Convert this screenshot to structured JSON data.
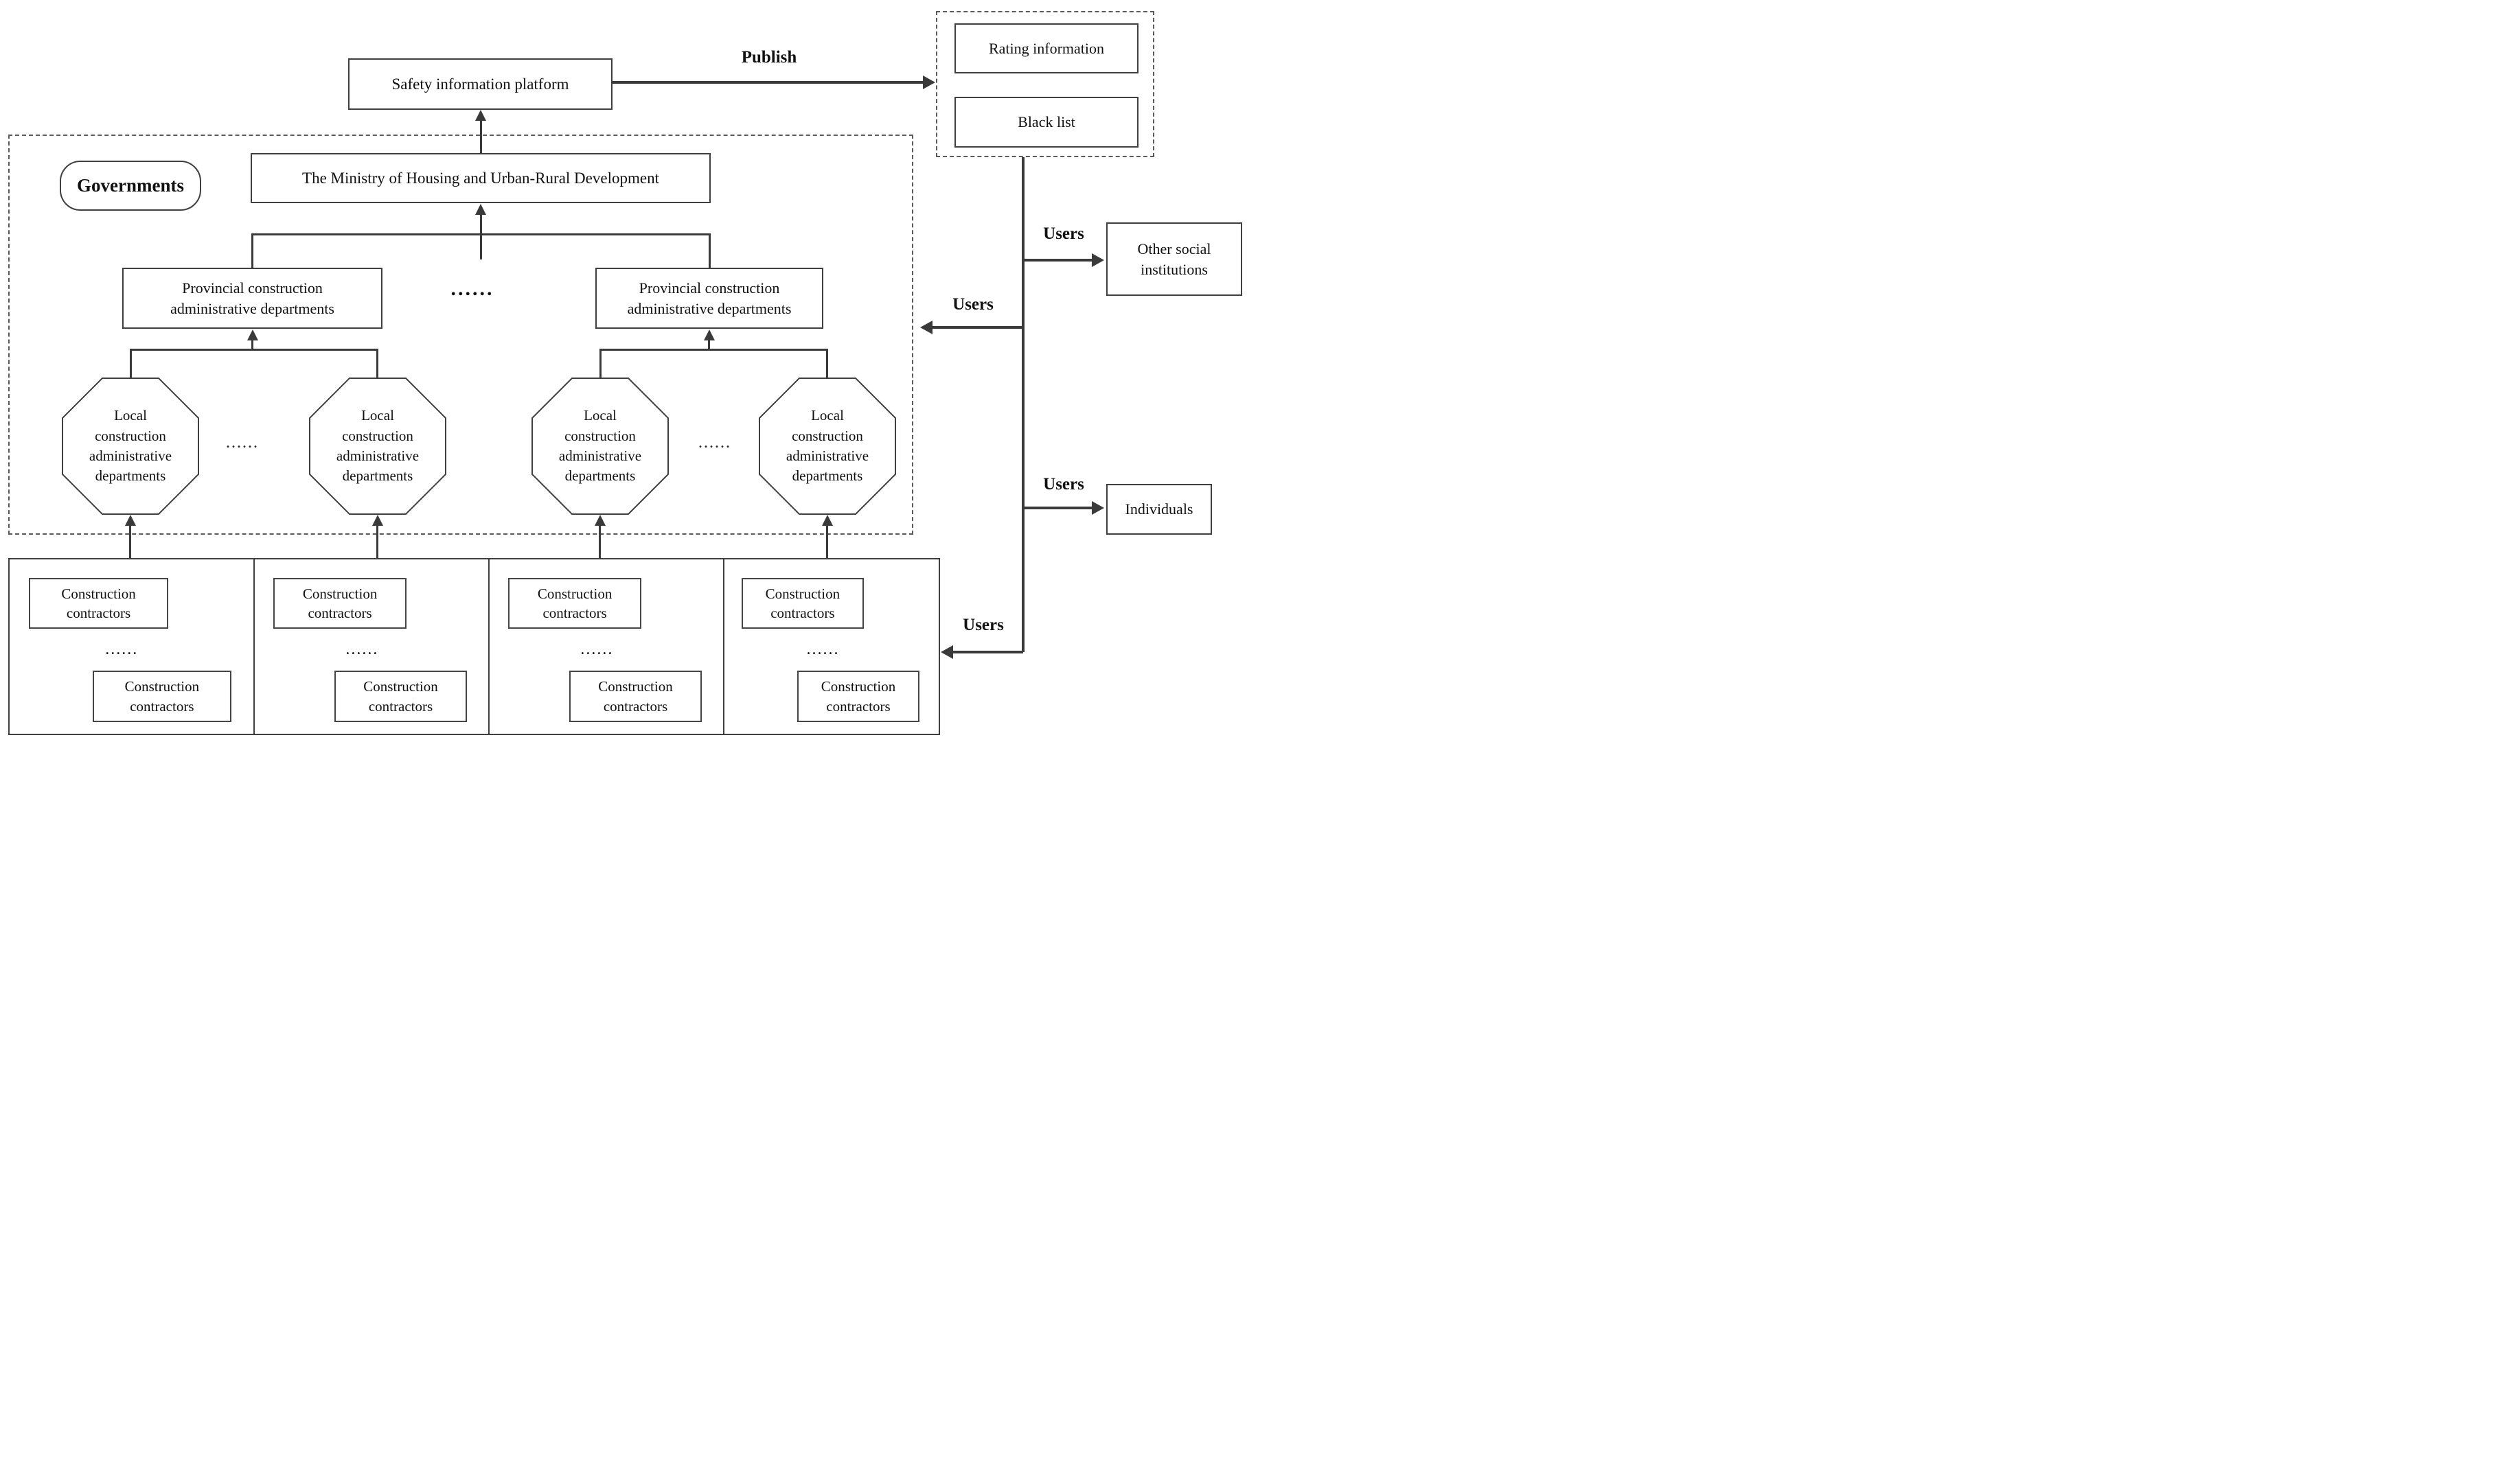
{
  "platform": {
    "label": "Safety information platform"
  },
  "publish_arrow": {
    "label": "Publish"
  },
  "published_outputs": {
    "rating": "Rating information",
    "blacklist": "Black list"
  },
  "governments": {
    "label": "Governments",
    "ministry": "The Ministry of Housing and Urban-Rural Development",
    "provincial_department": "Provincial construction administrative departments",
    "local_department": "Local construction administrative departments",
    "ellipsis": "......"
  },
  "contractor_groups": {
    "contractor": "Construction contractors",
    "ellipsis": "......"
  },
  "users": {
    "label": "Users",
    "other_social": "Other social institutions",
    "individuals": "Individuals"
  }
}
